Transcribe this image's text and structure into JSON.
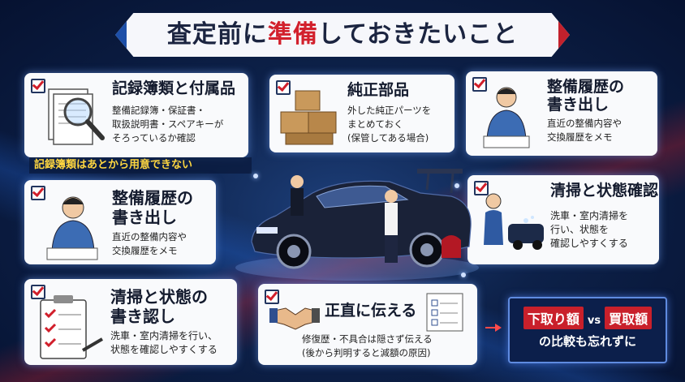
{
  "title": {
    "pre": "査定前に",
    "highlight": "準備",
    "post": "しておきたいこと"
  },
  "cards": {
    "records": {
      "title": "記録簿類と付属品",
      "body": "整備記録簿・保証書・\n取扱説明書・スペアキーが\nそろっているか確認"
    },
    "parts": {
      "title": "純正部品",
      "body": "外した純正パーツを\nまとめておく\n(保管してある場合)"
    },
    "history_top": {
      "title": "整備履歴の\n書き出し",
      "body": "直近の整備内容や\n交換履歴をメモ"
    },
    "history_left": {
      "title": "整備履歴の\n書き出し",
      "body": "直近の整備内容や\n交換履歴をメモ"
    },
    "cleaning_right": {
      "title": "清掃と状態確認",
      "body": "洗車・室内清掃を\n行い、状態を\n確認しやすくする"
    },
    "cleaning_left": {
      "title": "清掃と状態の\n書き認し",
      "body": "洗車・室内清掃を行い、\n状態を確認しやすくする"
    },
    "honest": {
      "title": "正直に伝える",
      "body": "修復歴・不具合は隠さず伝える\n(後から判明すると減額の原因)"
    }
  },
  "note": "記録簿類はあとから用意できない",
  "compare": {
    "trade_in": "下取り額",
    "vs": "vs",
    "purchase": "買取額",
    "sub": "の比較も忘れずに"
  },
  "colors": {
    "accent_red": "#d2202c",
    "navy": "#1d4fa8",
    "bg": "#0d2149"
  }
}
